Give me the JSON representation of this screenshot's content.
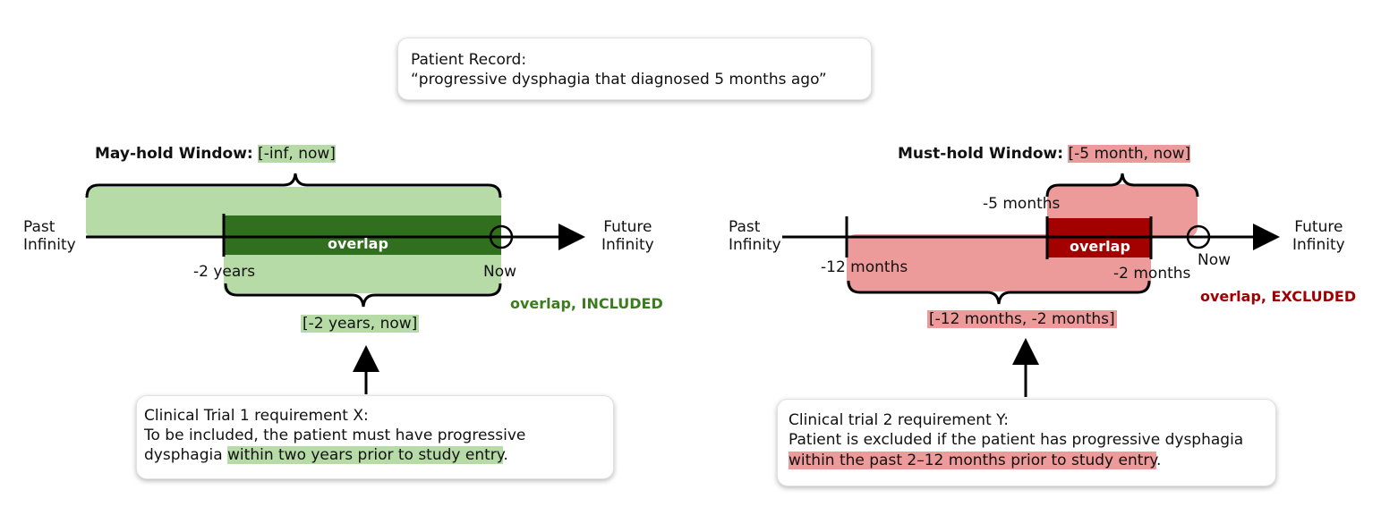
{
  "patient_record": {
    "title": "Patient Record:",
    "quote": "“progressive dysphagia that diagnosed 5 months ago”"
  },
  "left": {
    "window_label": "May-hold Window:",
    "window_range": "[-inf, now]",
    "past_label_1": "Past",
    "past_label_2": "Infinity",
    "future_label_1": "Future",
    "future_label_2": "Infinity",
    "start_tick": "-2 years",
    "now_tick": "Now",
    "overlap": "overlap",
    "interval": "[-2 years, now]",
    "result": "overlap, INCLUDED",
    "req_title": "Clinical Trial 1 requirement X:",
    "req_line1": "To be included, the patient must have progressive",
    "req_line2_pre": "dysphagia ",
    "req_line2_hl": "within two years prior to study entry",
    "req_line2_post": "."
  },
  "right": {
    "window_label": "Must-hold Window:",
    "window_range": "[-5 month, now]",
    "past_label_1": "Past",
    "past_label_2": "Infinity",
    "future_label_1": "Future",
    "future_label_2": "Infinity",
    "minus5": "-5 months",
    "minus12": "-12 months",
    "minus2": "-2 months",
    "now_tick": "Now",
    "overlap": "overlap",
    "interval": "[-12 months, -2 months]",
    "result": "overlap, EXCLUDED",
    "req_title": "Clinical trial 2 requirement Y:",
    "req_line1": "Patient is excluded if the patient has progressive dysphagia",
    "req_line2_hl": "within the past 2–12 months prior to study entry",
    "req_line2_post": "."
  },
  "colors": {
    "light_green": "#b6dba6",
    "dark_green": "#2f6f1d",
    "light_red": "#ec9a9a",
    "dark_red": "#a30000"
  }
}
